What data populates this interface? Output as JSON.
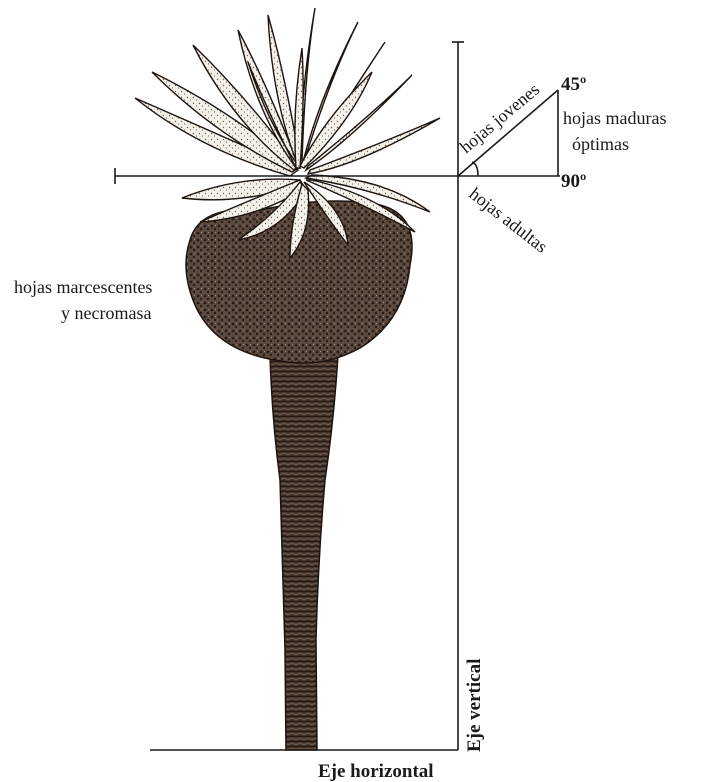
{
  "labels": {
    "hojas_jovenes": "hojas jovenes",
    "angle_45": "45º",
    "hojas_maduras_line1": "hojas maduras",
    "hojas_maduras_line2": "óptimas",
    "angle_90": "90º",
    "hojas_adultas": "hojas adultas",
    "marcescentes_line1": "hojas marcescentes",
    "marcescentes_line2": "y necromasa",
    "eje_vertical": "Eje vertical",
    "eje_horizontal": "Eje horizontal"
  },
  "colors": {
    "ink": "#1a1a1a",
    "stem": "#3b2a22",
    "necromass": "#4a3a30",
    "leaf_fill": "#f4f0ea",
    "leaf_shade": "#6e5f52"
  }
}
